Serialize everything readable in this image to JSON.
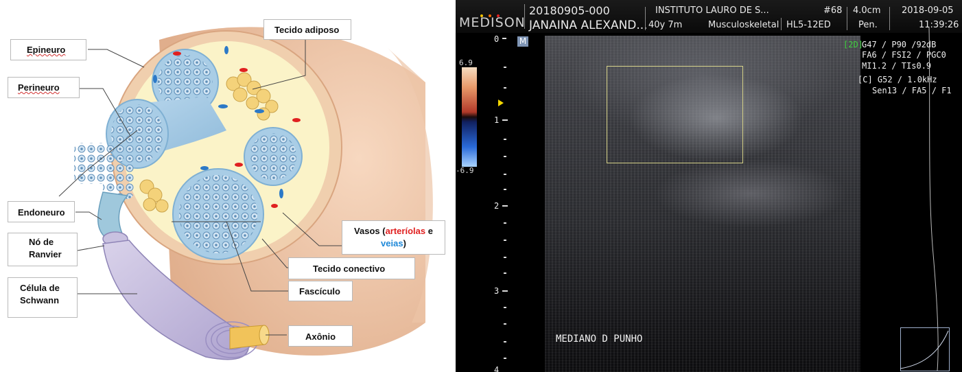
{
  "diagram": {
    "labels": {
      "epineuro": "Epineuro",
      "perineuro": "Perineuro",
      "endoneuro": "Endoneuro",
      "no_de_ranvier": "Nó de Ranvier",
      "celula_de_schwann": "Célula de Schwann",
      "tecido_adiposo": "Tecido adiposo",
      "vasos_prefix": "Vasos (",
      "vasos_arteriolas": "arteríolas",
      "vasos_e": " e",
      "vasos_veias": "veias",
      "vasos_suffix": ")",
      "tecido_conectivo": "Tecido conectivo",
      "fasciculo": "Fascículo",
      "axonio": "Axônio"
    },
    "colors": {
      "arteriolas": "#e02020",
      "veias": "#1e88d8"
    }
  },
  "ultrasound": {
    "brand": "MEDISON",
    "patient_id": "20180905-000",
    "patient_name": "JANAINA ALEXAND...",
    "institution": "INSTITUTO LAURO DE S...",
    "age": "40y 7m",
    "application": "Musculoskeletal",
    "frame_number": "#68",
    "probe": "HL5-12ED",
    "depth": "4.0cm",
    "preset": "Pen.",
    "date": "2018-09-05",
    "time": "11:39:26",
    "mode_marker": "M",
    "scale_max": "6.9",
    "scale_min": "-6.9",
    "depth_ticks": [
      "0",
      "1",
      "2",
      "3",
      "4"
    ],
    "mode_2d": "[2D]",
    "settings": [
      "G47 / P90 /92dB",
      "FA6 / FSI2 / PGC0",
      "MI1.2 / TIs0.9",
      "[C] G52 / 1.0kHz",
      "Sen13 / FA5 / F1"
    ],
    "annotation": "MEDIANO D PUNHO"
  }
}
